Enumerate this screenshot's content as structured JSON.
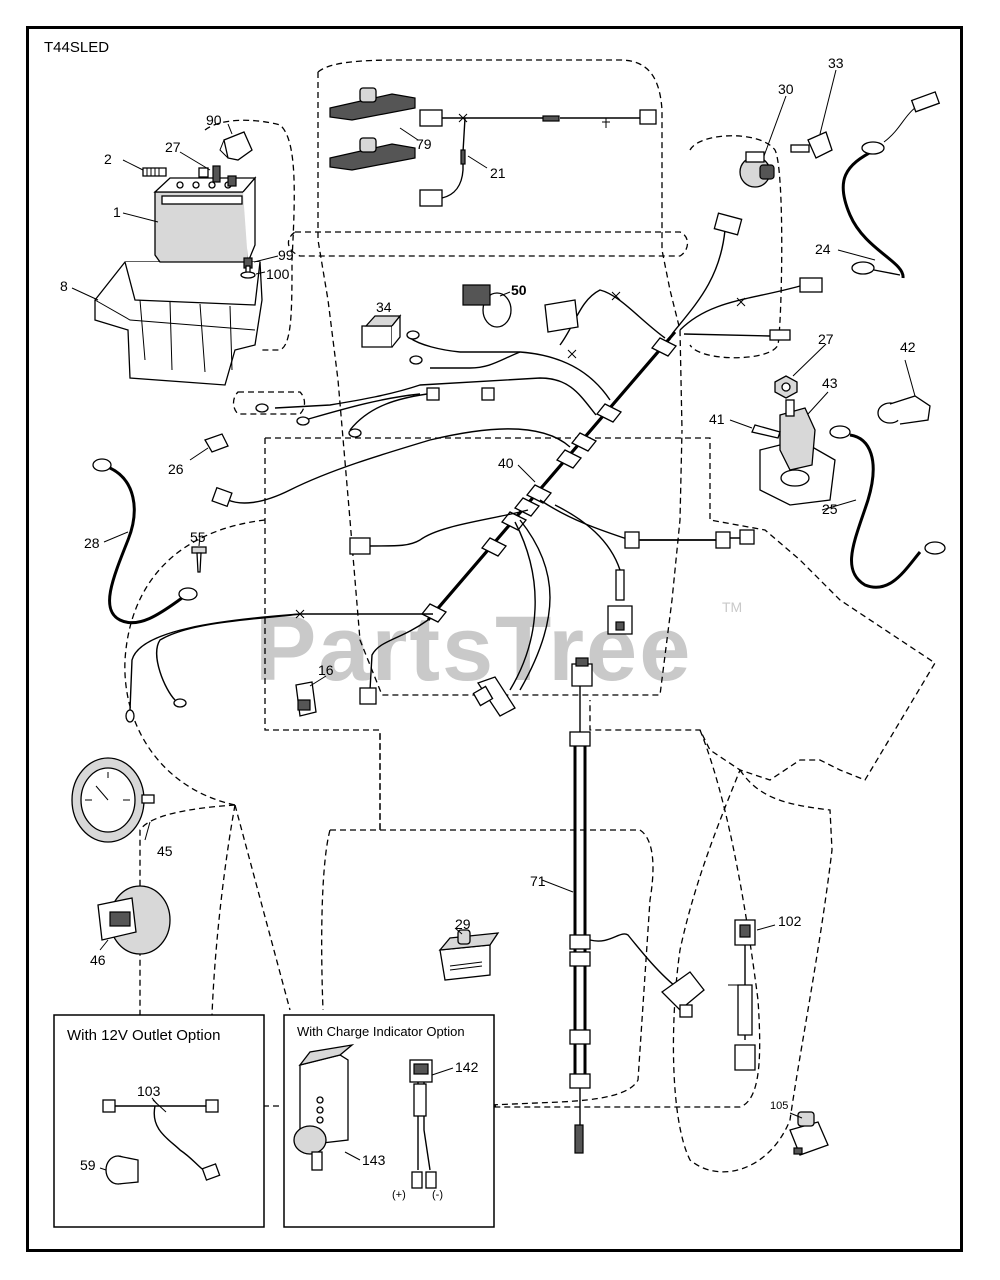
{
  "diagram": {
    "model": "T44SLED",
    "watermark": "PartsTree",
    "watermark_tm": "TM",
    "callouts": {
      "c1": "1",
      "c2": "2",
      "c8": "8",
      "c90": "90",
      "c27a": "27",
      "c99": "99",
      "c100": "100",
      "c79": "79",
      "c21": "21",
      "c30": "30",
      "c33": "33",
      "c24": "24",
      "c34": "34",
      "c50": "50",
      "c27b": "27",
      "c42": "42",
      "c43": "43",
      "c41": "41",
      "c26": "26",
      "c40": "40",
      "c25": "25",
      "c28": "28",
      "c55": "55",
      "c16": "16",
      "c45": "45",
      "c46": "46",
      "c71": "71",
      "c29": "29",
      "c102": "102",
      "c105": "105",
      "c103": "103",
      "c59": "59",
      "c142": "142",
      "c143": "143"
    },
    "option_boxes": {
      "outlet_title": "With 12V Outlet Option",
      "charge_title": "With Charge Indicator Option",
      "polarity_pos": "(+)",
      "polarity_neg": "(-)"
    }
  }
}
